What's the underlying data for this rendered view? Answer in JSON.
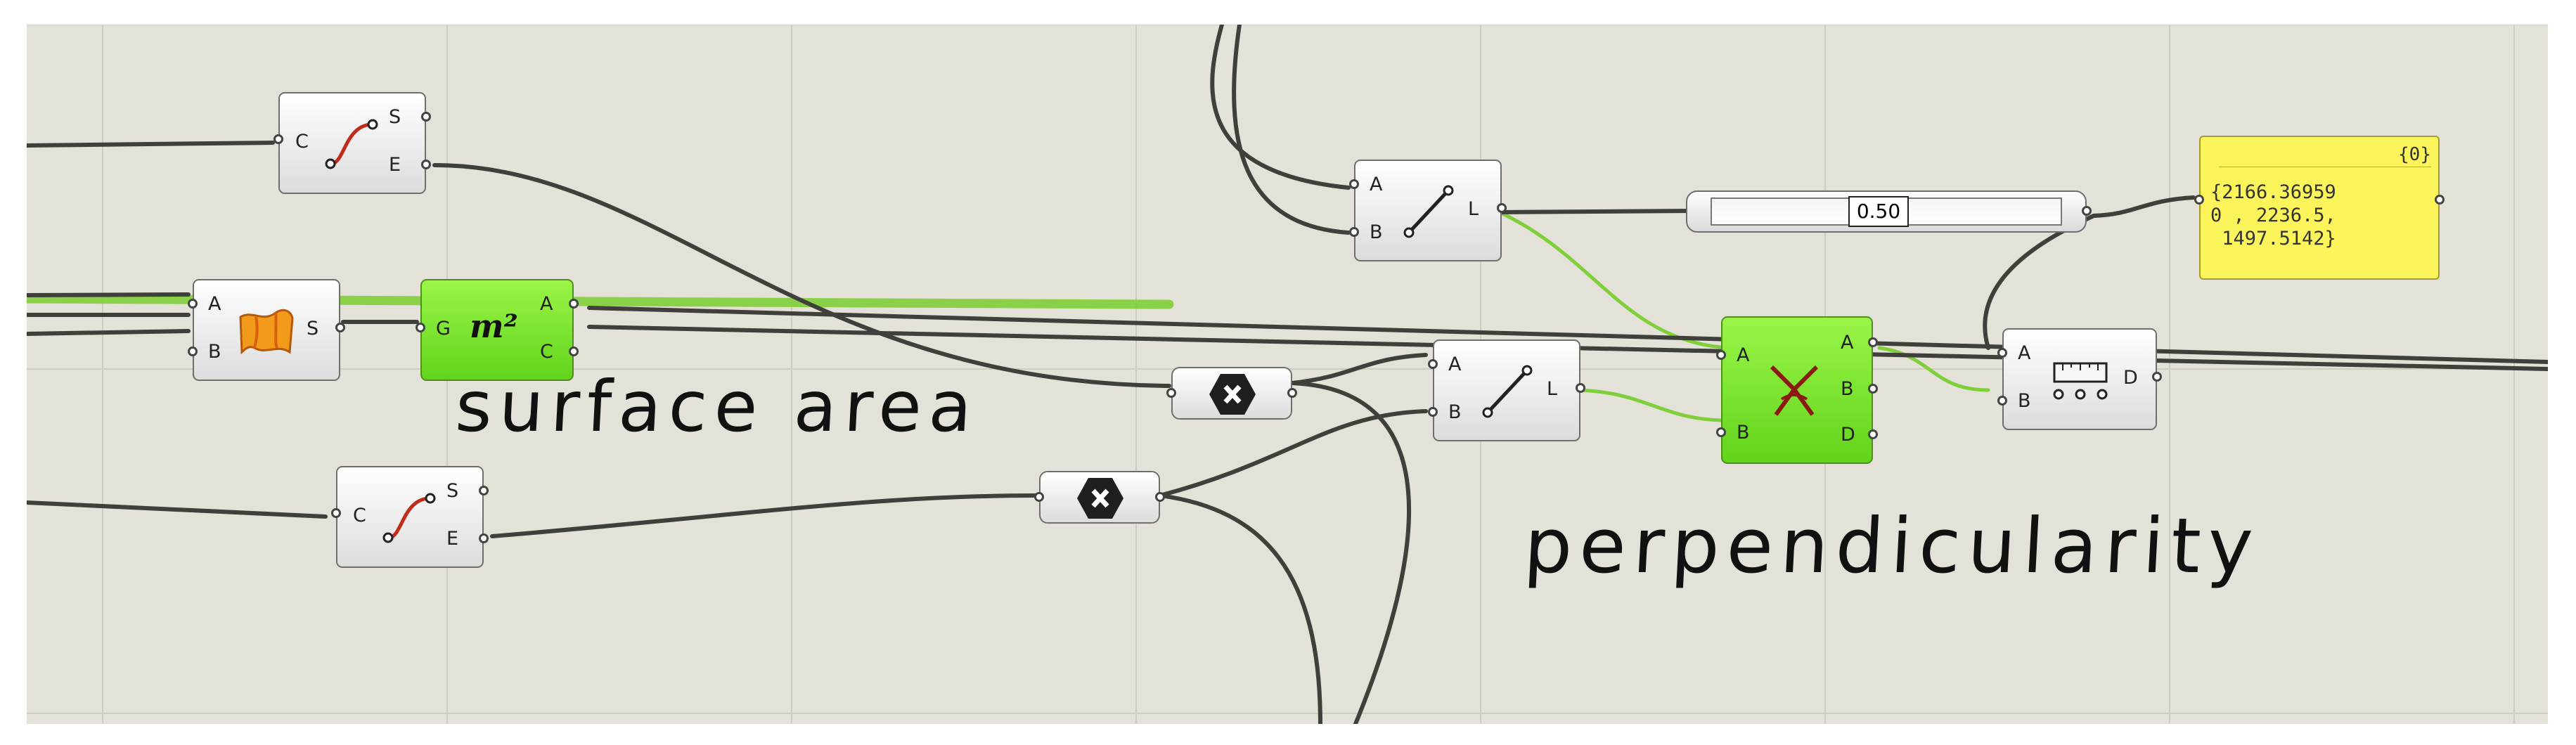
{
  "canvas": {
    "background": "#e4e1d8",
    "grid_color": "#cfccc3",
    "wire_color": "#3f3f3b",
    "selected_wire_color": "#7fcf3a"
  },
  "components": {
    "curve_endpoints_top": {
      "icon": "curve-endpoints-icon",
      "inputs": [
        "C"
      ],
      "outputs": [
        "S",
        "E"
      ]
    },
    "area": {
      "icon": "surface-area-icon",
      "inputs": [
        "A",
        "B"
      ],
      "outputs": [
        "S"
      ]
    },
    "area_m2": {
      "icon": "area-m2-icon",
      "title": "m²",
      "inputs": [
        "G"
      ],
      "outputs": [
        "A",
        "C"
      ]
    },
    "curve_endpoints_bottom": {
      "icon": "curve-endpoints-icon",
      "inputs": [
        "C"
      ],
      "outputs": [
        "S",
        "E"
      ]
    },
    "line_top": {
      "icon": "line-icon",
      "inputs": [
        "A",
        "B"
      ],
      "outputs": [
        "L"
      ]
    },
    "line_middle": {
      "icon": "line-icon",
      "inputs": [
        "A",
        "B"
      ],
      "outputs": [
        "L"
      ]
    },
    "angle": {
      "icon": "angle-icon",
      "inputs": [
        "A",
        "B"
      ],
      "outputs": [
        "A",
        "B",
        "D"
      ]
    },
    "distance": {
      "icon": "distance-icon",
      "inputs": [
        "A",
        "B"
      ],
      "outputs": [
        "D"
      ]
    },
    "relay_top": {
      "icon": "x-relay-icon"
    },
    "relay_bottom": {
      "icon": "x-relay-icon"
    }
  },
  "slider": {
    "value": "0.50"
  },
  "panel": {
    "path": "{0}",
    "lines": [
      "{2166.36959",
      "0 , 2236.5,",
      " 1497.5142}"
    ]
  },
  "annotations": {
    "surface_area": "surface area",
    "perpendicularity": "perpendicularity"
  }
}
